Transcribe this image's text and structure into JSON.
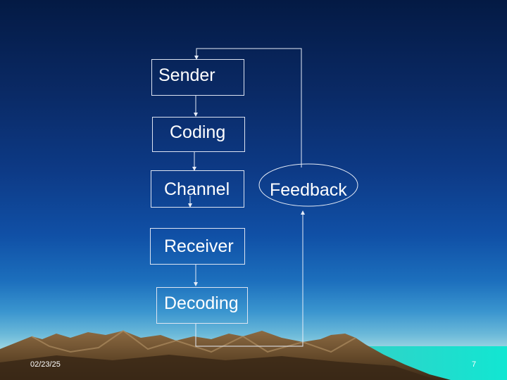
{
  "diagram": {
    "nodes": [
      {
        "id": "sender",
        "label": "Sender"
      },
      {
        "id": "coding",
        "label": "Coding"
      },
      {
        "id": "channel",
        "label": "Channel"
      },
      {
        "id": "receiver",
        "label": "Receiver"
      },
      {
        "id": "decoding",
        "label": "Decoding"
      },
      {
        "id": "feedback",
        "label": "Feedback"
      }
    ],
    "edges": [
      {
        "from": "sender",
        "to": "coding"
      },
      {
        "from": "coding",
        "to": "channel"
      },
      {
        "from": "channel",
        "to": "receiver"
      },
      {
        "from": "receiver",
        "to": "decoding"
      },
      {
        "from": "decoding",
        "to": "feedback"
      },
      {
        "from": "feedback",
        "to": "sender"
      }
    ]
  },
  "footer": {
    "date": "02/23/25",
    "page": "7"
  },
  "colors": {
    "line": "#e6ecf7",
    "text": "#ffffff"
  }
}
